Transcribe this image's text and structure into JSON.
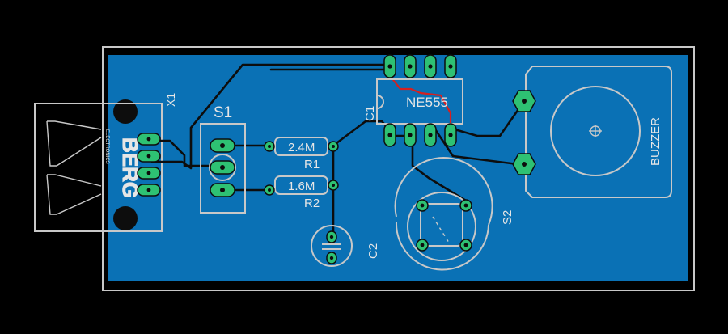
{
  "board": {
    "board_color": "#0a71b5",
    "outline_color": "#c8c8c8",
    "copper_color": "#2ec173",
    "background_color": "#000000"
  },
  "labels": {
    "usb_ref": "X1",
    "usb_brand": "BERG",
    "usb_brand_sub": "ELECTRONICS",
    "switch_ref": "S1",
    "r1_value": "2.4M",
    "r1_ref": "R1",
    "r2_value": "1.6M",
    "r2_ref": "R2",
    "c1_ref": "C1",
    "ic_label": "NE555",
    "c2_ref": "C2",
    "s2_ref": "S2",
    "buzzer_label": "BUZZER"
  }
}
